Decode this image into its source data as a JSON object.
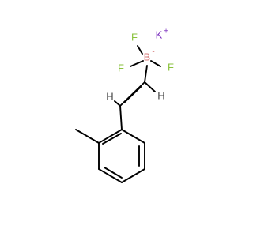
{
  "molecule": {
    "atoms": {
      "potassium": {
        "symbol": "K",
        "charge": "+",
        "color": "#7b2fbe"
      },
      "boron": {
        "symbol": "B",
        "charge": "-",
        "color": "#d67a7a"
      },
      "fluorine_top": {
        "symbol": "F",
        "color": "#8ac23c"
      },
      "fluorine_left": {
        "symbol": "F",
        "color": "#8ac23c"
      },
      "fluorine_right": {
        "symbol": "F",
        "color": "#8ac23c"
      },
      "hydrogen_left": {
        "symbol": "H",
        "color": "#444444"
      },
      "hydrogen_right": {
        "symbol": "H",
        "color": "#444444"
      }
    },
    "colors": {
      "bond": "#000000"
    }
  }
}
